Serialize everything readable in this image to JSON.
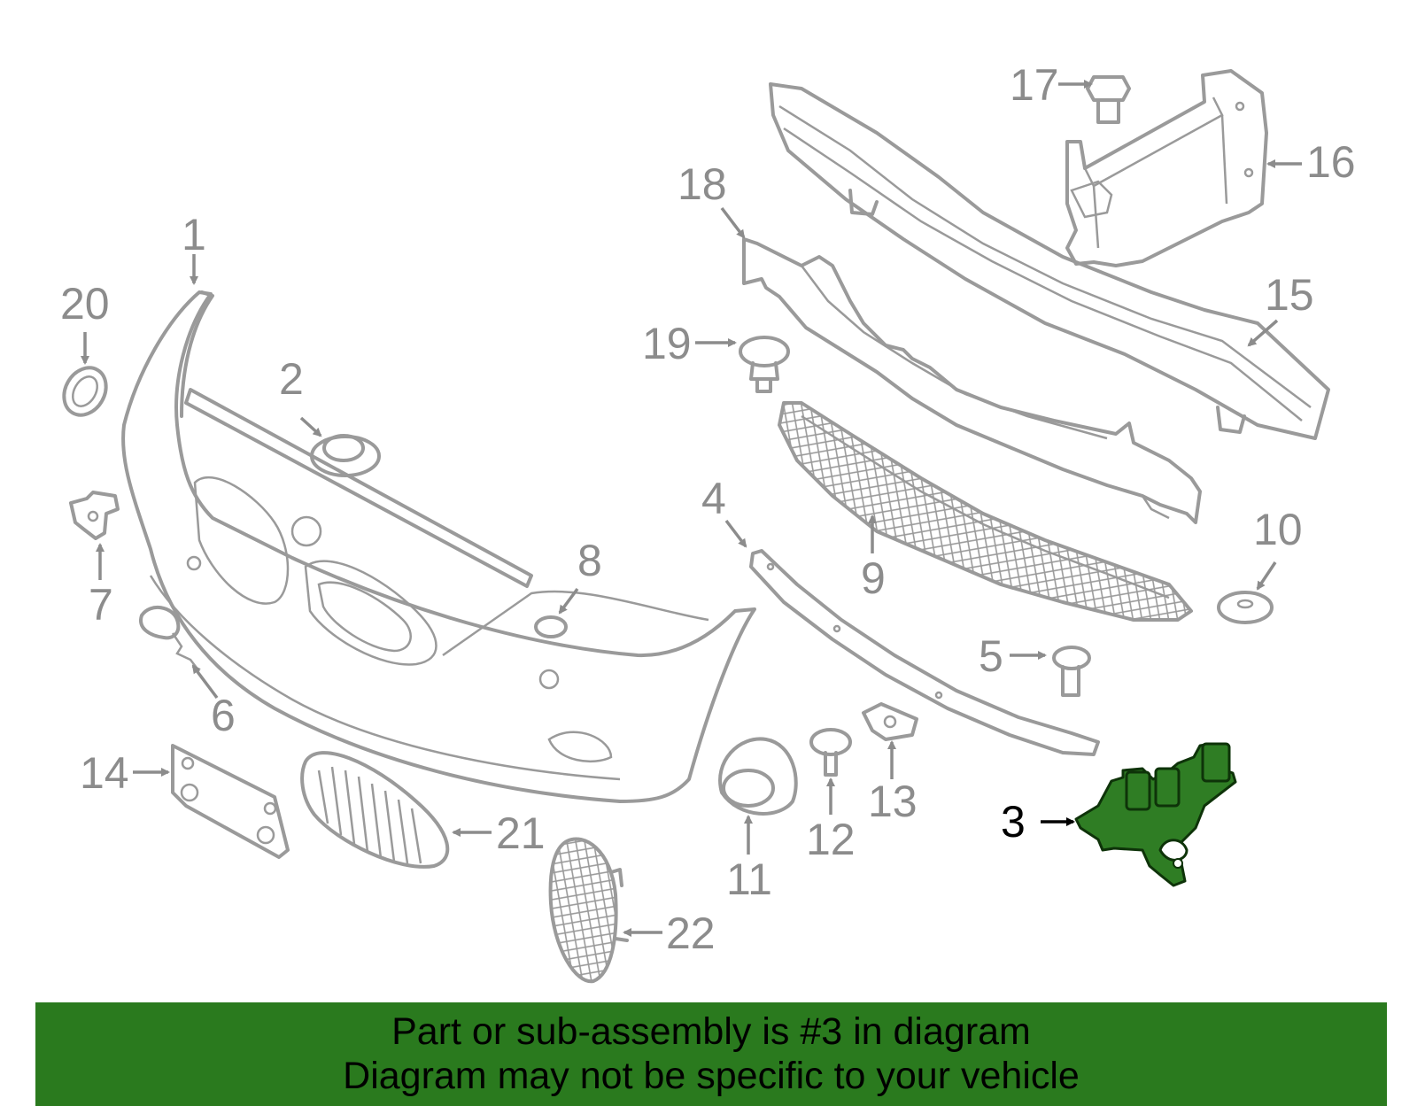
{
  "diagram": {
    "selected_part": "3",
    "callouts": [
      "1",
      "2",
      "3",
      "4",
      "5",
      "6",
      "7",
      "8",
      "9",
      "10",
      "11",
      "12",
      "13",
      "14",
      "15",
      "16",
      "17",
      "18",
      "19",
      "20",
      "21",
      "22"
    ],
    "colors": {
      "highlight": "#2f7d24",
      "line_art": "#9a9a9a",
      "banner": "#2a7a1e"
    }
  },
  "banner": {
    "line1": "Part or sub-assembly is #3 in diagram",
    "line2": "Diagram may not be specific to your vehicle"
  }
}
